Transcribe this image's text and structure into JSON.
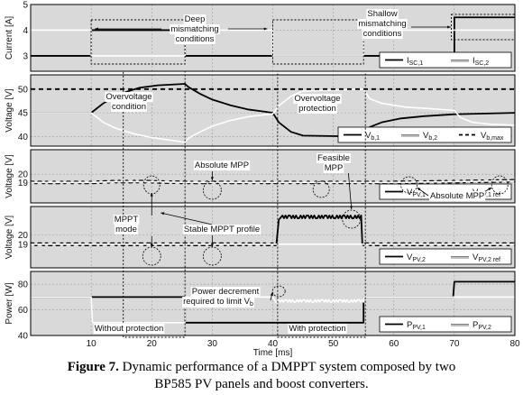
{
  "chart_data": {
    "type": "line",
    "xlabel": "Time [ms]",
    "xlim": [
      0,
      80
    ],
    "xticks": [
      10,
      20,
      30,
      40,
      50,
      60,
      70,
      80
    ],
    "panels": [
      {
        "id": "current",
        "ylabel": "Current [A]",
        "ylim": [
          2.4,
          5
        ],
        "yticks": [
          3,
          4,
          5
        ],
        "legend": [
          "I_SC,1",
          "I_SC,2"
        ],
        "series": [
          {
            "name": "I_SC,1",
            "color": "#000000",
            "points": [
              [
                0,
                3
              ],
              [
                10,
                3
              ],
              [
                10,
                4
              ],
              [
                25.5,
                4
              ],
              [
                25.5,
                3
              ],
              [
                40,
                3
              ],
              [
                40,
                3
              ],
              [
                55,
                3
              ],
              [
                55,
                3
              ],
              [
                70,
                3
              ],
              [
                70,
                4.5
              ],
              [
                80,
                4.5
              ]
            ]
          },
          {
            "name": "I_SC,2",
            "color": "#ffffff",
            "points": [
              [
                0,
                4
              ],
              [
                10,
                4
              ],
              [
                10,
                3
              ],
              [
                25.5,
                3
              ],
              [
                25.5,
                4
              ],
              [
                40,
                4
              ],
              [
                40,
                3
              ],
              [
                55,
                3
              ],
              [
                55,
                4
              ],
              [
                70,
                4
              ],
              [
                80,
                4
              ]
            ]
          }
        ]
      },
      {
        "id": "voltage-bus",
        "ylabel": "Voltage [V]",
        "ylim": [
          38,
          53
        ],
        "yticks": [
          40,
          45,
          50
        ],
        "legend": [
          "V_b,1",
          "V_b,2",
          "V_b,max"
        ],
        "series": [
          {
            "name": "V_b,1",
            "color": "#000000",
            "points": [
              [
                0,
                45
              ],
              [
                9,
                45
              ],
              [
                10,
                45
              ],
              [
                12,
                47
              ],
              [
                14,
                48.5
              ],
              [
                16,
                49.5
              ],
              [
                18,
                50.3
              ],
              [
                21,
                50.8
              ],
              [
                25.5,
                51.1
              ],
              [
                26,
                50.5
              ],
              [
                28,
                49
              ],
              [
                30,
                47.8
              ],
              [
                33,
                46.6
              ],
              [
                36,
                45.7
              ],
              [
                39,
                45.2
              ],
              [
                40,
                45
              ],
              [
                41,
                43
              ],
              [
                43,
                41
              ],
              [
                45,
                40.2
              ],
              [
                55,
                40
              ],
              [
                56,
                42
              ],
              [
                58,
                43
              ],
              [
                61,
                43.8
              ],
              [
                65,
                44.3
              ],
              [
                70,
                44.7
              ],
              [
                80,
                45
              ]
            ]
          },
          {
            "name": "V_b,2",
            "color": "#ffffff",
            "points": [
              [
                0,
                45
              ],
              [
                10,
                45
              ],
              [
                12,
                43
              ],
              [
                14,
                41.8
              ],
              [
                17,
                40.6
              ],
              [
                20,
                39.8
              ],
              [
                25.5,
                38.8
              ],
              [
                26,
                39.6
              ],
              [
                28,
                41
              ],
              [
                30,
                42.2
              ],
              [
                33,
                43.4
              ],
              [
                36,
                44.2
              ],
              [
                40,
                44.8
              ],
              [
                41,
                46.5
              ],
              [
                43,
                48.5
              ],
              [
                45,
                49.6
              ],
              [
                55,
                50
              ],
              [
                56,
                48
              ],
              [
                58,
                47
              ],
              [
                62,
                46.2
              ],
              [
                66,
                45.9
              ],
              [
                70,
                45.5
              ],
              [
                71,
                44
              ],
              [
                73,
                43
              ],
              [
                76,
                42.6
              ],
              [
                80,
                42.4
              ]
            ]
          },
          {
            "name": "V_b,max",
            "color": "#000000",
            "dashed": true,
            "points": [
              [
                0,
                50
              ],
              [
                80,
                50
              ]
            ]
          }
        ]
      },
      {
        "id": "voltage-pv1",
        "ylabel": "Voltage [V]",
        "ylim": [
          16.5,
          23
        ],
        "yticks": [
          19,
          20
        ],
        "legend": [
          "V_PV,1",
          "V_PV,1 ref"
        ],
        "series": [
          {
            "name": "V_PV,1",
            "color": "#000000",
            "points": [
              [
                0,
                19
              ],
              [
                10,
                19
              ],
              [
                14,
                19.1
              ],
              [
                19,
                19.1
              ],
              [
                25.5,
                19
              ],
              [
                40,
                19
              ],
              [
                46,
                19
              ],
              [
                55,
                19
              ],
              [
                56,
                19
              ],
              [
                60,
                19
              ],
              [
                70,
                19.1
              ],
              [
                80,
                19.2
              ]
            ]
          },
          {
            "name": "V_PV,1 ref",
            "color": "#ffffff",
            "points": [
              [
                0,
                19
              ],
              [
                10,
                19
              ],
              [
                14,
                19.1
              ],
              [
                19,
                19.1
              ],
              [
                25.5,
                19
              ],
              [
                40,
                19
              ],
              [
                46,
                19
              ],
              [
                55,
                19
              ],
              [
                56,
                19
              ],
              [
                60,
                19
              ],
              [
                70,
                19.1
              ],
              [
                80,
                19.2
              ]
            ]
          }
        ]
      },
      {
        "id": "voltage-pv2",
        "ylabel": "Voltage [V]",
        "ylim": [
          16.5,
          23
        ],
        "yticks": [
          19,
          20
        ],
        "legend": [
          "V_PV,2",
          "V_PV,2 ref"
        ],
        "series": [
          {
            "name": "V_PV,2",
            "color": "#000000",
            "points": [
              [
                0,
                19
              ],
              [
                40,
                19
              ],
              [
                40.6,
                19
              ],
              [
                41,
                21.6
              ],
              [
                41.6,
                21.9
              ],
              [
                54.6,
                21.9
              ],
              [
                54.8,
                19
              ],
              [
                80,
                19
              ]
            ]
          },
          {
            "name": "V_PV,2 ref",
            "color": "#ffffff",
            "points": [
              [
                0,
                19
              ],
              [
                80,
                19
              ]
            ]
          }
        ]
      },
      {
        "id": "power",
        "ylabel": "Power [W]",
        "ylim": [
          40,
          90
        ],
        "yticks": [
          40,
          60,
          80
        ],
        "legend": [
          "P_PV,1",
          "P_PV,2"
        ],
        "series": [
          {
            "name": "P_PV,1",
            "color": "#000000",
            "points": [
              [
                0,
                70
              ],
              [
                10,
                70
              ],
              [
                10.2,
                70
              ],
              [
                25.5,
                70
              ],
              [
                25.5,
                50
              ],
              [
                40,
                50
              ],
              [
                40,
                50
              ],
              [
                55,
                50
              ],
              [
                55,
                70
              ],
              [
                69.8,
                70
              ],
              [
                70,
                82
              ],
              [
                80,
                82
              ]
            ]
          },
          {
            "name": "P_PV,2",
            "color": "#ffffff",
            "points": [
              [
                0,
                70
              ],
              [
                10,
                70
              ],
              [
                10.2,
                50
              ],
              [
                25.5,
                50
              ],
              [
                25.5,
                70
              ],
              [
                40,
                70
              ],
              [
                40.5,
                68
              ],
              [
                55,
                68
              ],
              [
                55,
                70
              ],
              [
                80,
                70
              ]
            ]
          }
        ]
      }
    ],
    "regions": [
      {
        "panel": "current",
        "label": "Deep mismatching conditions",
        "x": [
          10,
          25.5
        ]
      },
      {
        "panel": "current",
        "label": "Deep mismatching conditions",
        "x": [
          40,
          55
        ]
      },
      {
        "panel": "current",
        "label": "Shallow mismatching conditions",
        "x": [
          69.5,
          80
        ]
      },
      {
        "panel": "all",
        "label": "Without protection",
        "x": [
          15.3,
          25.5
        ]
      },
      {
        "panel": "all",
        "label": "With protection",
        "x": [
          40.8,
          55.3
        ]
      }
    ],
    "annotations": {
      "deep1": "Deep",
      "deep2": "mismatching",
      "deep3": "conditions",
      "shallow1": "Shallow",
      "shallow2": "mismatching",
      "shallow3": "conditions",
      "overvolt_cond1": "Overvoltage",
      "overvolt_cond2": "condition",
      "overvolt_prot1": "Overvoltage",
      "overvolt_prot2": "protection",
      "absolute_mpp": "Absolute MPP",
      "feasible1": "Feasible",
      "feasible2": "MPP",
      "absolute_mpp2": "Absolute MPP",
      "mppt1": "MPPT",
      "mppt2": "mode",
      "stable": "Stable MPPT profile",
      "decrement1": "Power decrement",
      "decrement2": "required to limit V",
      "decrement_sub": "b",
      "without": "Without protection",
      "with": "With protection"
    }
  },
  "caption": {
    "label": "Figure 7.",
    "line1": " Dynamic performance of a DMPPT system composed by two",
    "line2": "BP585 PV panels and boost converters."
  }
}
